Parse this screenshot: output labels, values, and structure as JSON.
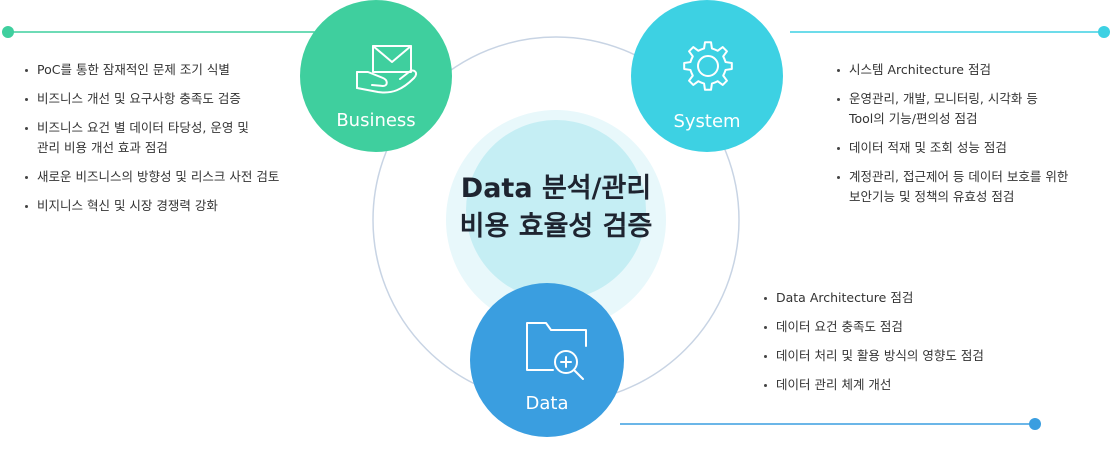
{
  "center": {
    "line1": "Data 분석/관리",
    "line2": "비용 효율성 검증"
  },
  "business": {
    "label": "Business",
    "items": [
      "PoC를 통한 잠재적인 문제 조기 식별",
      "비즈니스 개선 및 요구사항 충족도 검증",
      "비즈니스 요건 별 데이터 타당성, 운영 및\n관리 비용 개선 효과 점검",
      "새로운 비즈니스의 방향성 및 리스크 사전 검토",
      "비지니스 혁신 및 시장 경쟁력 강화"
    ]
  },
  "system": {
    "label": "System",
    "items": [
      "시스템 Architecture 점검",
      "운영관리, 개발, 모니터링, 시각화 등\nTool의 기능/편의성 점검",
      "데이터 적재 및 조회 성능 점검",
      "계정관리, 접근제어 등 데이터 보호를 위한\n보안기능 및 정책의 유효성 점검"
    ]
  },
  "data": {
    "label": "Data",
    "items": [
      "Data Architecture 점검",
      "데이터 요건 충족도 점검",
      "데이터 처리 및 활용 방식의 영향도 점검",
      "데이터 관리 체계 개선"
    ]
  },
  "colors": {
    "business": "#3fcf9e",
    "system": "#3dd1e3",
    "data": "#3a9ee0",
    "center_outer": "#e8f8fb",
    "center_inner": "#c5eef4",
    "ring": "#c8d4e4",
    "line_left": "#3fcf9e",
    "line_right": "#3dd1e3",
    "line_bottom": "#3a9ee0"
  },
  "icons": {
    "business": "envelope-hand-icon",
    "system": "gear-icon",
    "data": "folder-search-icon"
  }
}
